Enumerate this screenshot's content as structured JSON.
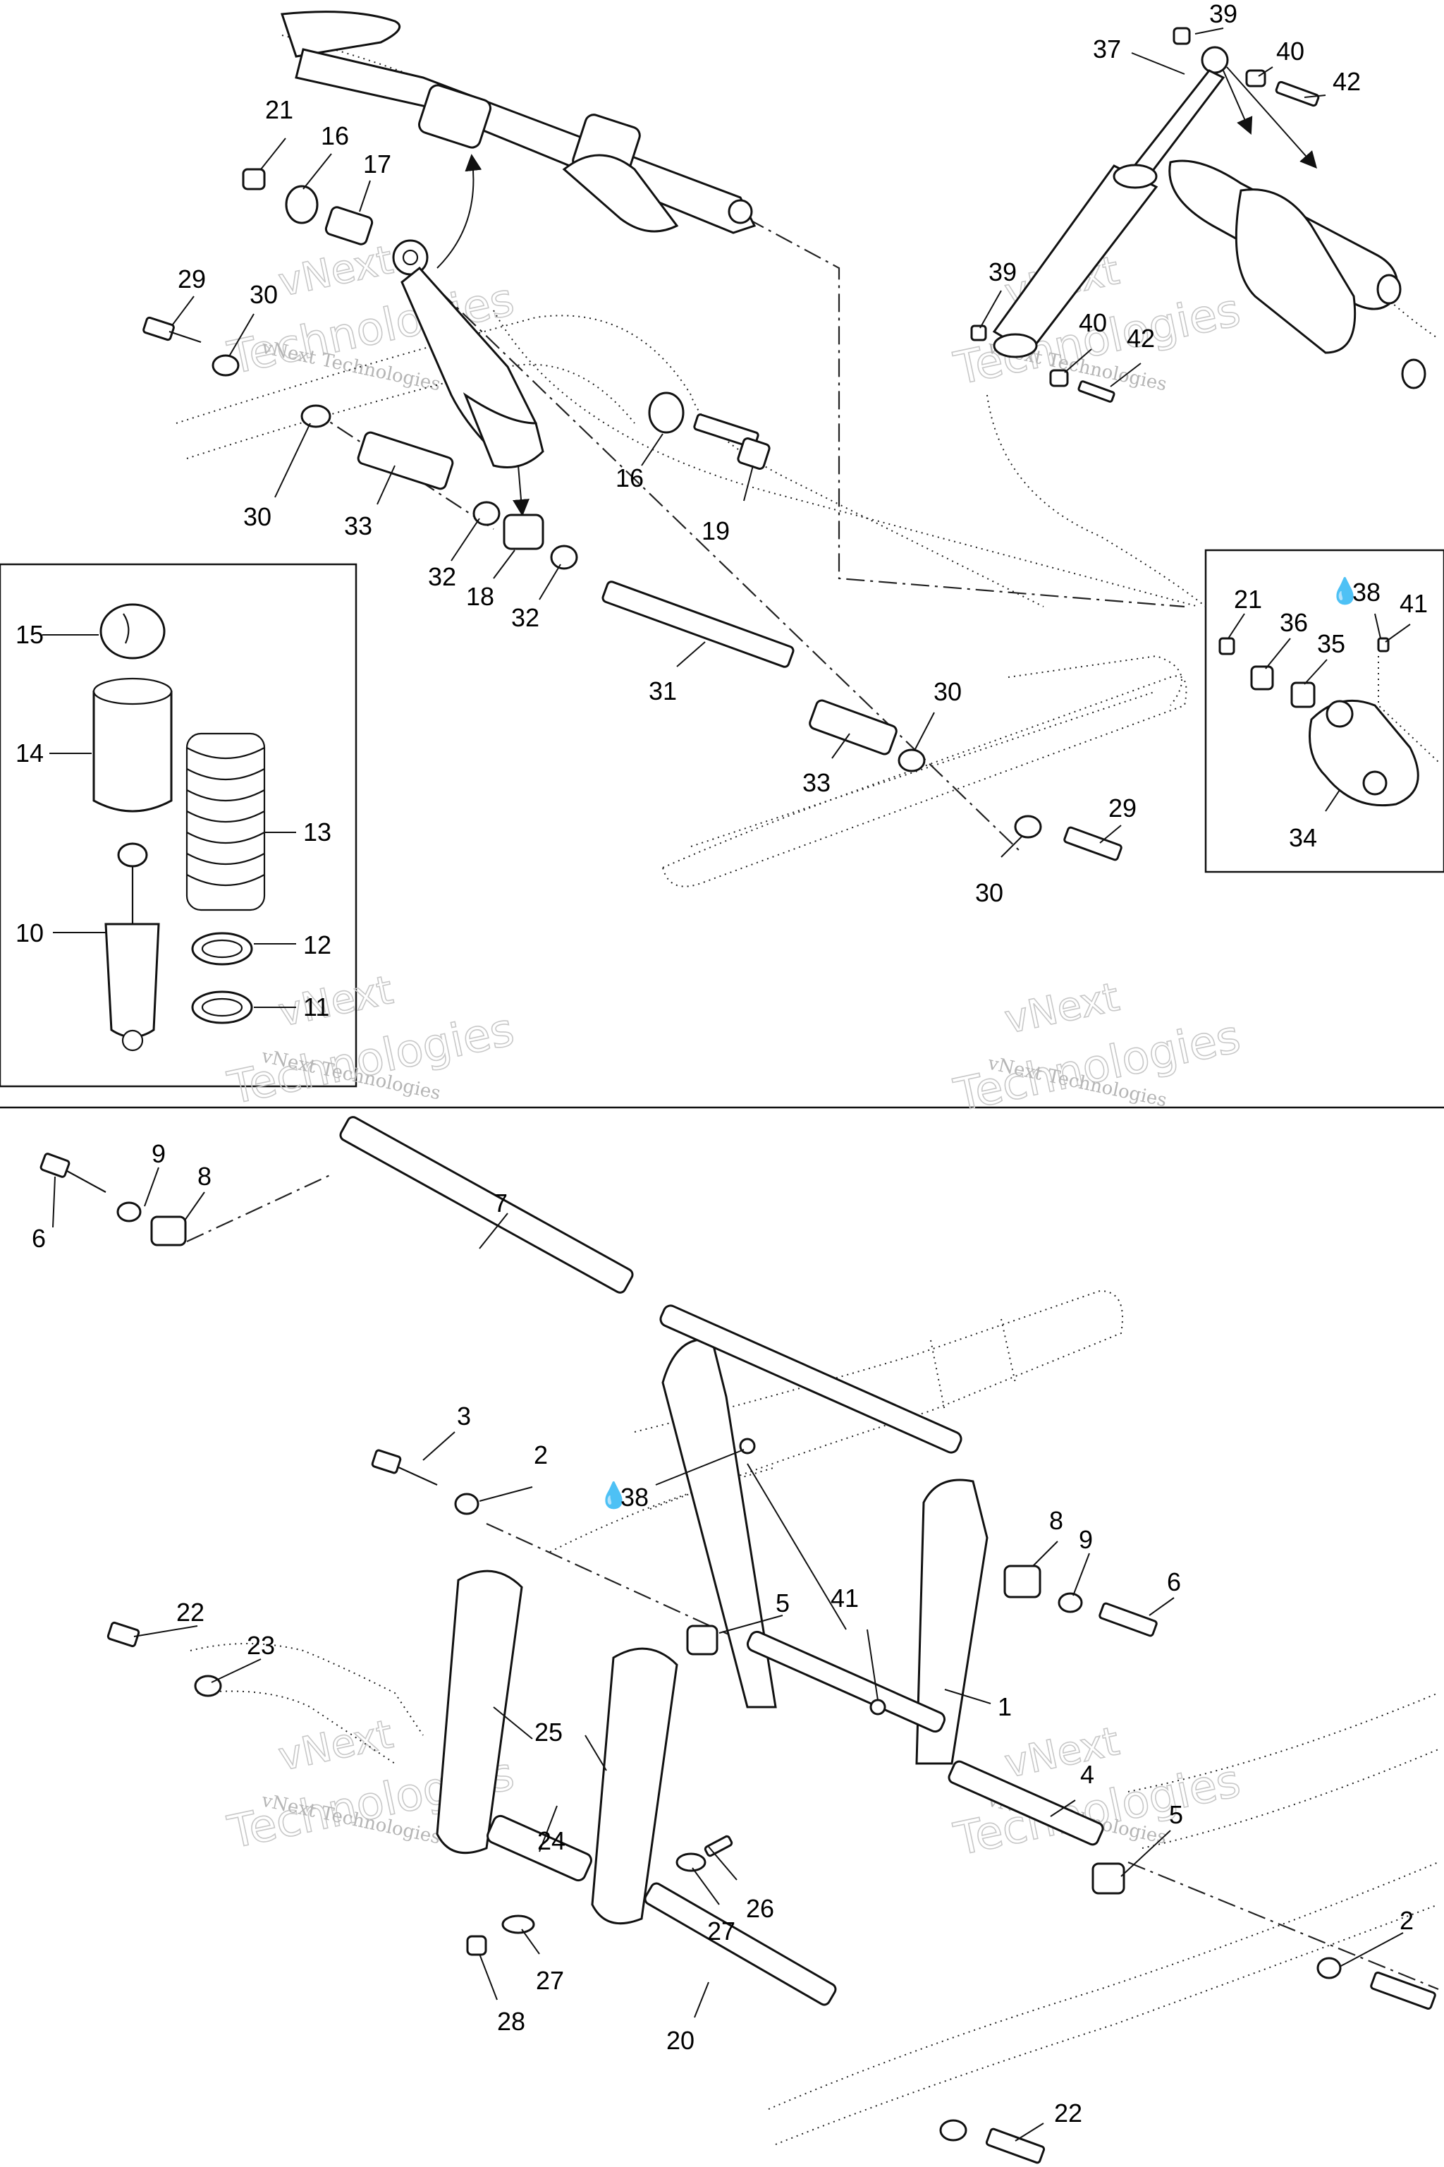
{
  "watermark": {
    "line1": "vNext",
    "line2": "Technologies",
    "caption": "vNext Technologies"
  },
  "glyphs": {
    "oil_drop": "💧"
  },
  "callouts": {
    "c1": "1",
    "c2": "2",
    "c3": "3",
    "c4": "4",
    "c5": "5",
    "c6": "6",
    "c7": "7",
    "c8": "8",
    "c9": "9",
    "c10": "10",
    "c11": "11",
    "c12": "12",
    "c13": "13",
    "c14": "14",
    "c15": "15",
    "c16": "16",
    "c17": "17",
    "c18": "18",
    "c19": "19",
    "c20": "20",
    "c21": "21",
    "c22": "22",
    "c23": "23",
    "c24": "24",
    "c25": "25",
    "c26": "26",
    "c27": "27",
    "c28": "28",
    "c29": "29",
    "c30": "30",
    "c31": "31",
    "c32": "32",
    "c33": "33",
    "c34": "34",
    "c35": "35",
    "c36": "36",
    "c37": "37",
    "c38": "38",
    "c39": "39",
    "c40": "40",
    "c41": "41",
    "c42": "42"
  }
}
